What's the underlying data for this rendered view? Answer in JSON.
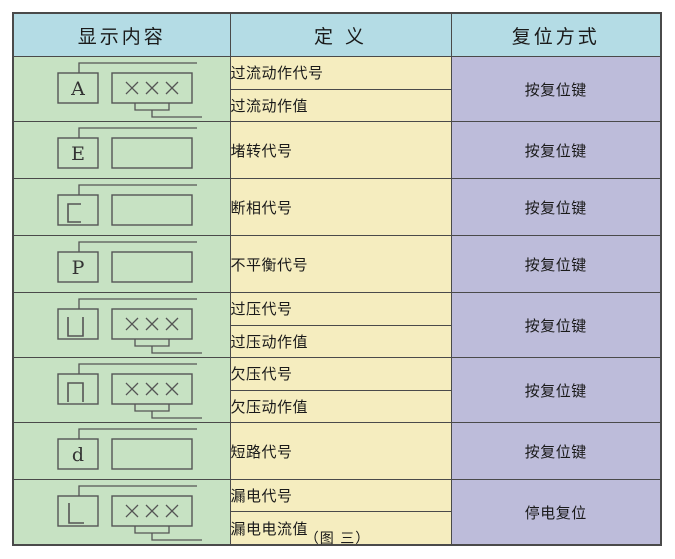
{
  "caption": "（图 三）",
  "colors": {
    "header_bg": "#b4dce5",
    "display_col_bg": "#c7e2c3",
    "definition_col_bg": "#f5edbf",
    "reset_col_bg": "#bdbcda",
    "border": "#4a4a4a",
    "icon_stroke": "#555555",
    "text": "#1a1a1a"
  },
  "table": {
    "headers": [
      {
        "label": "显示内容",
        "name": "display-content"
      },
      {
        "label": "定 义",
        "name": "definition"
      },
      {
        "label": "复位方式",
        "name": "reset-method"
      }
    ],
    "rows": [
      {
        "id": "row-overcurrent",
        "icon": {
          "code": "A",
          "code_glyph": "letter-a",
          "value_box": "×××",
          "has_value": true,
          "has_bottom_bracket": true
        },
        "definitions": [
          "过流动作代号",
          "过流动作值"
        ],
        "reset": "按复位键"
      },
      {
        "id": "row-stall",
        "icon": {
          "code": "E",
          "code_glyph": "letter-e",
          "value_box": "",
          "has_value": false,
          "has_bottom_bracket": false
        },
        "definitions": [
          "堵转代号"
        ],
        "reset": "按复位键"
      },
      {
        "id": "row-phase-loss",
        "icon": {
          "code": "⊏",
          "code_glyph": "segment-c",
          "value_box": "",
          "has_value": false,
          "has_bottom_bracket": false
        },
        "definitions": [
          "断相代号"
        ],
        "reset": "按复位键"
      },
      {
        "id": "row-unbalance",
        "icon": {
          "code": "P",
          "code_glyph": "letter-p",
          "value_box": "",
          "has_value": false,
          "has_bottom_bracket": false
        },
        "definitions": [
          "不平衡代号"
        ],
        "reset": "按复位键"
      },
      {
        "id": "row-overvoltage",
        "icon": {
          "code": "⊔",
          "code_glyph": "segment-u",
          "value_box": "×××",
          "has_value": true,
          "has_bottom_bracket": true
        },
        "definitions": [
          "过压代号",
          "过压动作值"
        ],
        "reset": "按复位键"
      },
      {
        "id": "row-undervoltage",
        "icon": {
          "code": "⊓",
          "code_glyph": "segment-n",
          "value_box": "×××",
          "has_value": true,
          "has_bottom_bracket": true
        },
        "definitions": [
          "欠压代号",
          "欠压动作值"
        ],
        "reset": "按复位键"
      },
      {
        "id": "row-short-circuit",
        "icon": {
          "code": "d",
          "code_glyph": "letter-d",
          "value_box": "",
          "has_value": false,
          "has_bottom_bracket": false
        },
        "definitions": [
          "短路代号"
        ],
        "reset": "按复位键"
      },
      {
        "id": "row-earth-leakage",
        "icon": {
          "code": "L",
          "code_glyph": "segment-l",
          "value_box": "×××",
          "has_value": true,
          "has_bottom_bracket": true
        },
        "definitions": [
          "漏电代号",
          "漏电电流值"
        ],
        "reset": "停电复位"
      }
    ]
  }
}
